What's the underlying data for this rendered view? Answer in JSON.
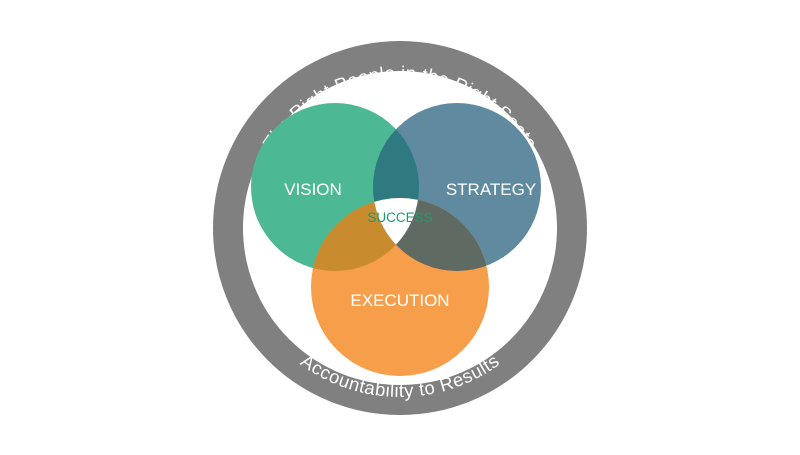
{
  "ring": {
    "top_text": "The Right People in the Right Seats",
    "bottom_text": "Accountability to Results"
  },
  "circles": {
    "vision": {
      "label": "VISION",
      "color": "#4db894"
    },
    "strategy": {
      "label": "STRATEGY",
      "color": "#5f8aa0"
    },
    "execution": {
      "label": "EXECUTION",
      "color": "#f79e4b"
    }
  },
  "overlaps": {
    "vision_strategy": "#2e7a80",
    "vision_execution": "#c88b2e",
    "strategy_execution": "#5f6a63"
  },
  "center": {
    "label": "SUCCESS",
    "color": "#1f9a6e"
  },
  "colors": {
    "ring": "#808080",
    "ring_text": "#ffffff",
    "circle_text": "#ffffff"
  }
}
